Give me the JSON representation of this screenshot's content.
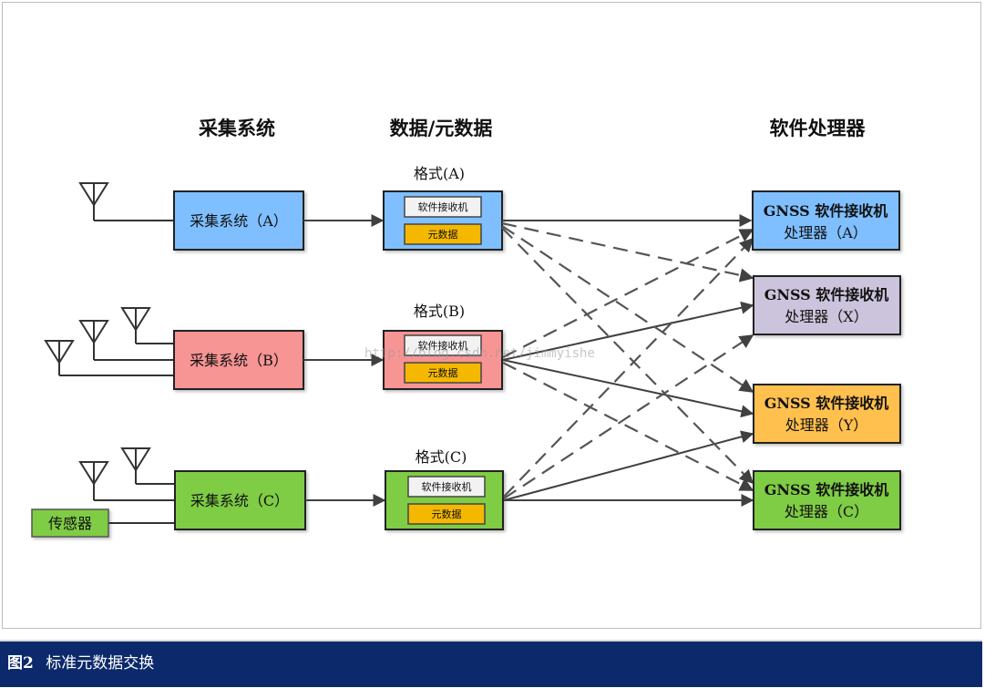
{
  "headings": {
    "acq": "采集系统",
    "data": "数据/元数据",
    "proc": "软件处理器"
  },
  "acq_systems": [
    {
      "label": "采集系统（A）"
    },
    {
      "label": "采集系统（B）"
    },
    {
      "label": "采集系统（C）"
    }
  ],
  "sensor": {
    "label": "传感器"
  },
  "formats": [
    {
      "title": "格式(A)",
      "receiver": "软件接收机",
      "metadata": "元数据"
    },
    {
      "title": "格式(B)",
      "receiver": "软件接收机",
      "metadata": "元数据"
    },
    {
      "title": "格式(C)",
      "receiver": "软件接收机",
      "metadata": "元数据"
    }
  ],
  "processors": [
    {
      "line1": "GNSS 软件接收机",
      "line2": "处理器（A）"
    },
    {
      "line1": "GNSS 软件接收机",
      "line2": "处理器（X）"
    },
    {
      "line1": "GNSS 软件接收机",
      "line2": "处理器（Y）"
    },
    {
      "line1": "GNSS 软件接收机",
      "line2": "处理器（C）"
    }
  ],
  "watermark": "http://blog.csdn.net/jimmyishe",
  "caption": {
    "figure": "图2",
    "text": "标准元数据交换"
  },
  "colors": {
    "blue": "#7fbfff",
    "red": "#f79494",
    "green": "#7fcc44",
    "purple": "#ccc4dc",
    "orange": "#ffc04d",
    "metadata_yellow": "#f5b800",
    "caption_bg": "#0c2a6b"
  }
}
